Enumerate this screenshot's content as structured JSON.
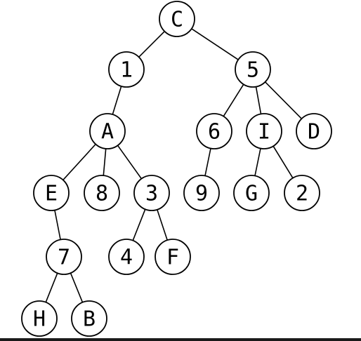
{
  "tree": {
    "nodes": [
      {
        "id": "C",
        "label": "C"
      },
      {
        "id": "1",
        "label": "1"
      },
      {
        "id": "5",
        "label": "5"
      },
      {
        "id": "A",
        "label": "A"
      },
      {
        "id": "6",
        "label": "6"
      },
      {
        "id": "I",
        "label": "I"
      },
      {
        "id": "D",
        "label": "D"
      },
      {
        "id": "E",
        "label": "E"
      },
      {
        "id": "8",
        "label": "8"
      },
      {
        "id": "3",
        "label": "3"
      },
      {
        "id": "9",
        "label": "9"
      },
      {
        "id": "G",
        "label": "G"
      },
      {
        "id": "2",
        "label": "2"
      },
      {
        "id": "7",
        "label": "7"
      },
      {
        "id": "4",
        "label": "4"
      },
      {
        "id": "F",
        "label": "F"
      },
      {
        "id": "H",
        "label": "H"
      },
      {
        "id": "B",
        "label": "B"
      }
    ],
    "edges": [
      [
        "C",
        "1"
      ],
      [
        "C",
        "5"
      ],
      [
        "1",
        "A"
      ],
      [
        "5",
        "6"
      ],
      [
        "5",
        "I"
      ],
      [
        "5",
        "D"
      ],
      [
        "A",
        "E"
      ],
      [
        "A",
        "8"
      ],
      [
        "A",
        "3"
      ],
      [
        "6",
        "9"
      ],
      [
        "I",
        "G"
      ],
      [
        "I",
        "2"
      ],
      [
        "E",
        "7"
      ],
      [
        "3",
        "4"
      ],
      [
        "3",
        "F"
      ],
      [
        "7",
        "H"
      ],
      [
        "7",
        "B"
      ]
    ]
  }
}
